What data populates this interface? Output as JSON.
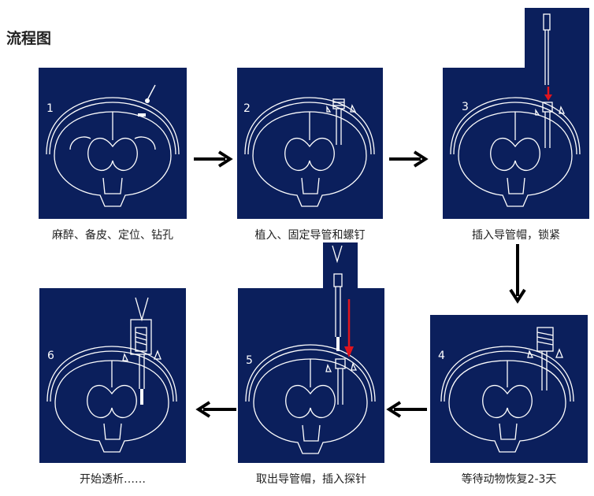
{
  "title": "流程图",
  "steps": [
    {
      "num": "1",
      "caption": "麻醉、备皮、定位、钻孔"
    },
    {
      "num": "2",
      "caption": "植入、固定导管和螺钉"
    },
    {
      "num": "3",
      "caption": "插入导管帽，锁紧"
    },
    {
      "num": "4",
      "caption": "等待动物恢复2-3天"
    },
    {
      "num": "5",
      "caption": "取出导管帽，插入探针"
    },
    {
      "num": "6",
      "caption": "开始透析……"
    }
  ],
  "colors": {
    "panel": "#0b1f5c",
    "line": "#ffffff",
    "accent": "#e0141e",
    "arrow": "#000000"
  }
}
